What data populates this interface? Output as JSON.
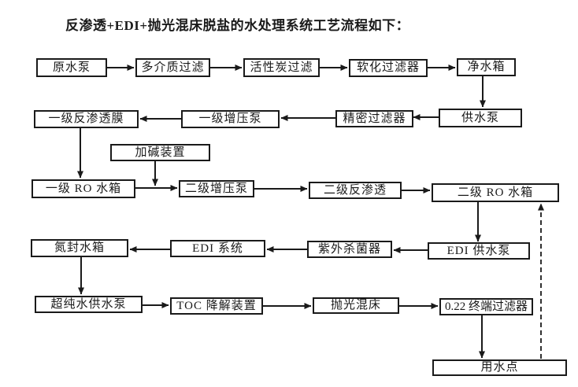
{
  "title": "反渗透+EDI+抛光混床脱盐的水处理系统工艺流程如下：",
  "colors": {
    "ink": "#1a1a1a",
    "background": "#ffffff"
  },
  "nodes": [
    {
      "id": "raw-water-pump",
      "label": "原水泵"
    },
    {
      "id": "multimedia-filter",
      "label": "多介质过滤"
    },
    {
      "id": "activated-carbon-filter",
      "label": "活性炭过滤"
    },
    {
      "id": "softening-filter",
      "label": "软化过滤器"
    },
    {
      "id": "clean-water-tank",
      "label": "净水箱"
    },
    {
      "id": "stage1-ro-membrane",
      "label": "一级反渗透膜"
    },
    {
      "id": "stage1-booster-pump",
      "label": "一级增压泵"
    },
    {
      "id": "precision-filter",
      "label": "精密过滤器"
    },
    {
      "id": "water-supply-pump",
      "label": "供水泵"
    },
    {
      "id": "alkali-dosing-device",
      "label": "加碱装置"
    },
    {
      "id": "stage1-ro-tank",
      "label": "一级 RO 水箱"
    },
    {
      "id": "stage2-booster-pump",
      "label": "二级增压泵"
    },
    {
      "id": "stage2-ro",
      "label": "二级反渗透"
    },
    {
      "id": "stage2-ro-tank",
      "label": "二级 RO 水箱"
    },
    {
      "id": "nitrogen-sealed-tank",
      "label": "氮封水箱"
    },
    {
      "id": "edi-system",
      "label": "EDI 系统"
    },
    {
      "id": "uv-sterilizer",
      "label": "紫外杀菌器"
    },
    {
      "id": "edi-supply-pump",
      "label": "EDI 供水泵"
    },
    {
      "id": "ultrapure-supply-pump",
      "label": "超纯水供水泵"
    },
    {
      "id": "toc-reduction-device",
      "label": "TOC 降解装置"
    },
    {
      "id": "polishing-mixed-bed",
      "label": "抛光混床"
    },
    {
      "id": "terminal-filter",
      "label": "0.22 终端过滤器"
    },
    {
      "id": "water-use-point",
      "label": "用水点"
    }
  ],
  "connections": [
    {
      "from": "原水泵",
      "to": "多介质过滤",
      "style": "solid"
    },
    {
      "from": "多介质过滤",
      "to": "活性炭过滤",
      "style": "solid"
    },
    {
      "from": "活性炭过滤",
      "to": "软化过滤器",
      "style": "solid"
    },
    {
      "from": "软化过滤器",
      "to": "净水箱",
      "style": "solid"
    },
    {
      "from": "净水箱",
      "to": "供水泵",
      "style": "solid"
    },
    {
      "from": "供水泵",
      "to": "精密过滤器",
      "style": "solid"
    },
    {
      "from": "精密过滤器",
      "to": "一级增压泵",
      "style": "solid"
    },
    {
      "from": "一级增压泵",
      "to": "一级反渗透膜",
      "style": "solid"
    },
    {
      "from": "一级反渗透膜",
      "to": "一级 RO 水箱",
      "style": "solid"
    },
    {
      "from": "加碱装置",
      "to": "一级 RO 水箱至二级增压泵管线",
      "style": "solid"
    },
    {
      "from": "一级 RO 水箱",
      "to": "二级增压泵",
      "style": "solid"
    },
    {
      "from": "二级增压泵",
      "to": "二级反渗透",
      "style": "solid"
    },
    {
      "from": "二级反渗透",
      "to": "二级 RO 水箱",
      "style": "solid"
    },
    {
      "from": "二级 RO 水箱",
      "to": "EDI 供水泵",
      "style": "solid"
    },
    {
      "from": "EDI 供水泵",
      "to": "紫外杀菌器",
      "style": "solid"
    },
    {
      "from": "紫外杀菌器",
      "to": "EDI 系统",
      "style": "solid"
    },
    {
      "from": "EDI 系统",
      "to": "氮封水箱",
      "style": "solid"
    },
    {
      "from": "氮封水箱",
      "to": "超纯水供水泵",
      "style": "solid"
    },
    {
      "from": "超纯水供水泵",
      "to": "TOC 降解装置",
      "style": "solid"
    },
    {
      "from": "TOC 降解装置",
      "to": "抛光混床",
      "style": "solid"
    },
    {
      "from": "抛光混床",
      "to": "0.22 终端过滤器",
      "style": "solid"
    },
    {
      "from": "0.22 终端过滤器",
      "to": "用水点",
      "style": "solid"
    },
    {
      "from": "用水点",
      "to": "二级 RO 水箱",
      "style": "dashed"
    }
  ]
}
